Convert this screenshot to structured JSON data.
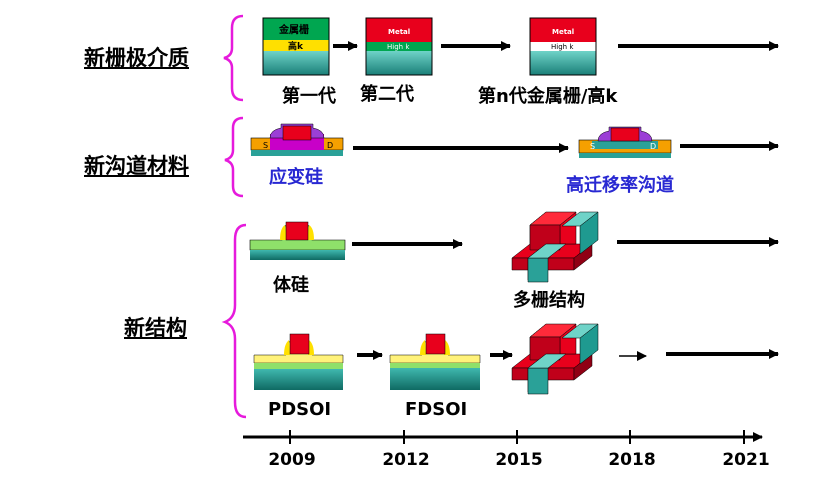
{
  "categories": {
    "gate": "新栅极介质",
    "channel": "新沟道材料",
    "structure": "新结构"
  },
  "gate_row": {
    "gen1_top": "金属栅",
    "gen1_bottom": "高k",
    "gen2_top": "Metal",
    "gen2_bottom": "High k",
    "genn_top": "Metal",
    "genn_bottom": "High k",
    "gen1_label": "第一代",
    "gen2_label": "第二代",
    "genn_label": "第n代金属栅/高k"
  },
  "channel_row": {
    "source": "S",
    "drain": "D",
    "strained_si": "应变硅",
    "high_mobility": "高迁移率沟道"
  },
  "structure_row": {
    "bulk_si": "体硅",
    "multigate": "多栅结构",
    "pdsoi": "PDSOI",
    "fdsoi": "FDSOI"
  },
  "timeline": {
    "years": [
      "2009",
      "2012",
      "2015",
      "2018",
      "2021"
    ]
  },
  "colors": {
    "gate_red": "#e8001c",
    "nitride_yellow": "#ffe000",
    "gate_green": "#00a650",
    "substrate_teal": "#2aa198",
    "magenta": "#c800c8",
    "orange": "#f5a000",
    "blue_text": "#2828d2",
    "purple": "#9b3fd6",
    "soi_yellow": "#fff27a",
    "soi_green": "#8fe06a",
    "bracket": "#e61adc"
  }
}
